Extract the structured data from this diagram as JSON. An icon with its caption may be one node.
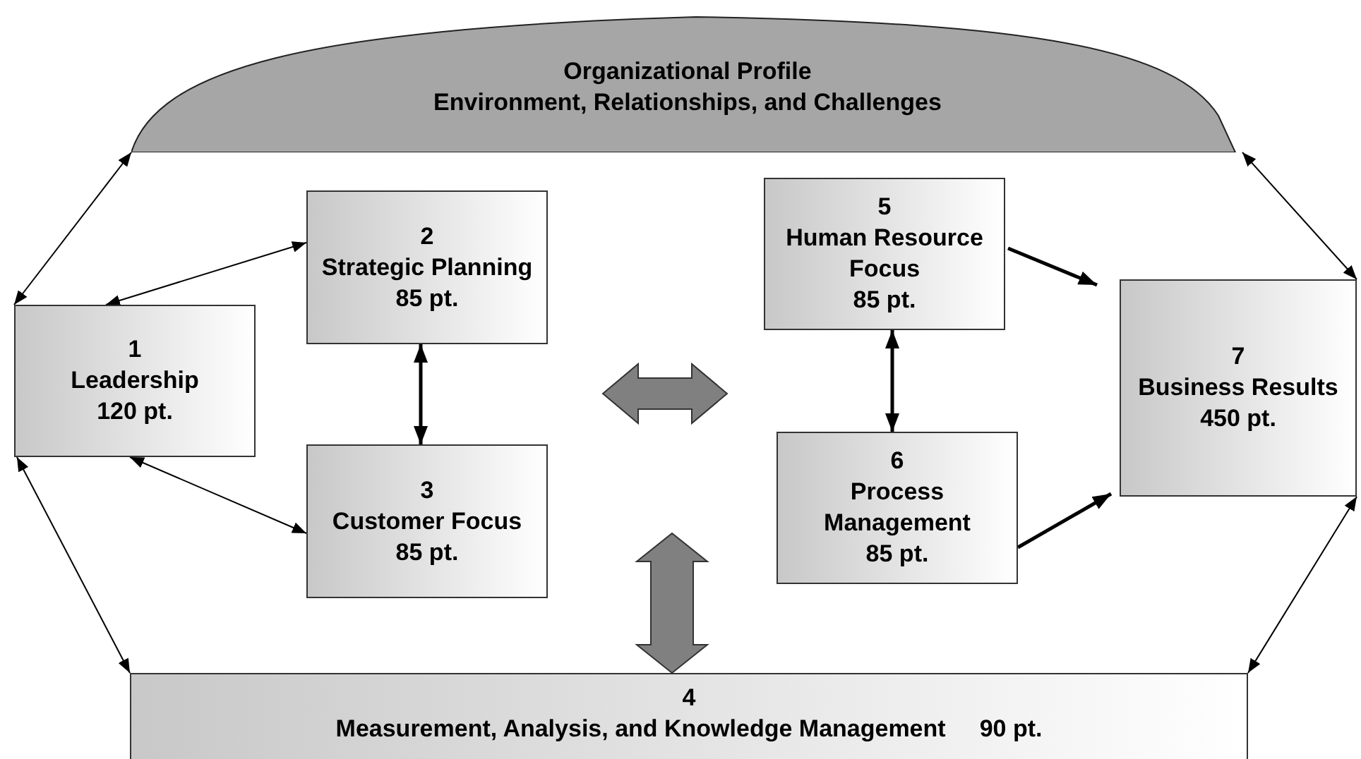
{
  "diagram": {
    "nodes": [
      {
        "text": [
          "Organizational Profile",
          "Environment, Relationships, and Challenges"
        ]
      },
      {
        "text": [
          "1",
          "Leadership",
          "120 pt."
        ]
      },
      {
        "text": [
          "2",
          "Strategic Planning",
          "85 pt."
        ]
      },
      {
        "text": [
          "3",
          "Customer Focus",
          "85 pt."
        ]
      },
      {
        "text": [
          "4",
          "Measurement, Analysis, and Knowledge Management",
          "90 pt."
        ]
      },
      {
        "text": [
          "5",
          "Human Resource Focus",
          "85 pt."
        ]
      },
      {
        "text": [
          "6",
          "Process Management",
          "85 pt."
        ]
      },
      {
        "text": [
          "7",
          "Business Results",
          "450 pt."
        ]
      }
    ],
    "edges": [
      {
        "from": 0,
        "to": 1,
        "arrow": "both"
      },
      {
        "from": 1,
        "to": 2,
        "arrow": "both"
      },
      {
        "from": 2,
        "to": 3,
        "arrow": "both",
        "style": "thick"
      },
      {
        "from": 1,
        "to": 3,
        "arrow": "both"
      },
      {
        "from": 1,
        "to": 4,
        "arrow": "both"
      },
      {
        "from": 5,
        "to": 6,
        "arrow": "both",
        "style": "thick"
      },
      {
        "from": 5,
        "to": 7,
        "arrow": "to",
        "style": "thick"
      },
      {
        "from": 6,
        "to": 7,
        "arrow": "to",
        "style": "thick"
      },
      {
        "from": 0,
        "to": 7,
        "arrow": "both"
      },
      {
        "from": 7,
        "to": 4,
        "arrow": "both"
      },
      {
        "from": null,
        "to": 4,
        "arrow": "both",
        "style": "thick",
        "color": "#808080"
      }
    ]
  }
}
